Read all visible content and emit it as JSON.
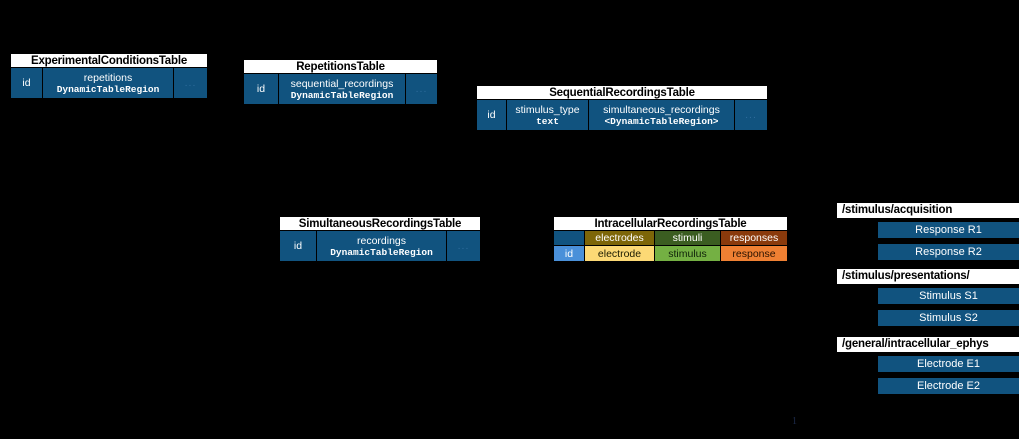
{
  "background_color": "#000000",
  "tables": [
    {
      "name": "ExperimentalConditionsTable",
      "columns": [
        {
          "name": "id",
          "type": ""
        },
        {
          "name": "repetitions",
          "type": "DynamicTableRegion"
        },
        {
          "name": "...",
          "type": ""
        }
      ]
    },
    {
      "name": "RepetitionsTable",
      "columns": [
        {
          "name": "id",
          "type": ""
        },
        {
          "name": "sequential_recordings",
          "type": "DynamicTableRegion"
        },
        {
          "name": "...",
          "type": ""
        }
      ]
    },
    {
      "name": "SequentialRecordingsTable",
      "columns": [
        {
          "name": "id",
          "type": ""
        },
        {
          "name": "stimulus_type",
          "type": "text"
        },
        {
          "name": "simultaneous_recordings",
          "type": "<DynamicTableRegion>"
        },
        {
          "name": "...",
          "type": ""
        }
      ]
    },
    {
      "name": "SimultaneousRecordingsTable",
      "columns": [
        {
          "name": "id",
          "type": ""
        },
        {
          "name": "recordings",
          "type": "DynamicTableRegion"
        },
        {
          "name": "...",
          "type": ""
        }
      ]
    }
  ],
  "icephys_table": {
    "name": "IntracellularRecordingsTable",
    "category_row": [
      {
        "label": "",
        "color": "#11537f"
      },
      {
        "label": "electrodes",
        "color": "#7d6608"
      },
      {
        "label": "stimuli",
        "color": "#3b5d21"
      },
      {
        "label": "responses",
        "color": "#8a3a0c"
      }
    ],
    "column_row": [
      {
        "label": "id",
        "color": "#4a90d9"
      },
      {
        "label": "electrode",
        "color": "#fcd975"
      },
      {
        "label": "stimulus",
        "color": "#74b043"
      },
      {
        "label": "response",
        "color": "#ef8033"
      }
    ]
  },
  "hdf5_groups": [
    {
      "path": "/stimulus/acquisition",
      "items": [
        "Response R1",
        "Response R2"
      ]
    },
    {
      "path": "/stimulus/presentations/",
      "items": [
        "Stimulus S1",
        "Stimulus S2"
      ]
    },
    {
      "path": "/general/intracellular_ephys",
      "items": [
        "Electrode E1",
        "Electrode E2"
      ]
    }
  ],
  "page_mark": "1"
}
